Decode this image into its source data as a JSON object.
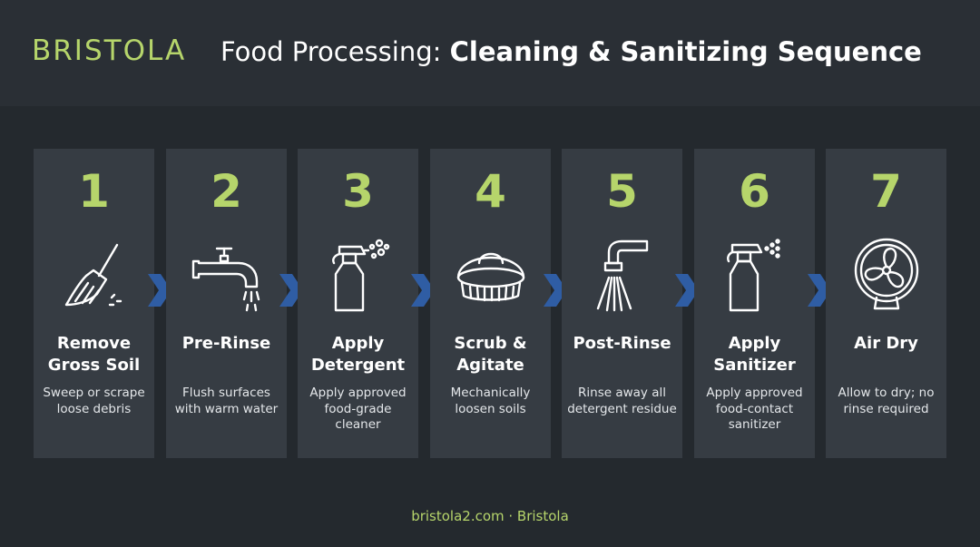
{
  "brand": {
    "name": "BRISTOLA"
  },
  "title": {
    "prefix": "Food Processing: ",
    "emphasis": "Cleaning & Sanitizing Sequence"
  },
  "colors": {
    "accent": "#b6d56b",
    "panel": "#363c43",
    "background": "#24292e",
    "arrow": "#2f5da4"
  },
  "steps": [
    {
      "number": "1",
      "title": "Remove Gross Soil",
      "description": "Sweep or scrape loose debris",
      "icon": "broom-icon"
    },
    {
      "number": "2",
      "title": "Pre-Rinse",
      "description": "Flush surfaces with warm water",
      "icon": "faucet-icon"
    },
    {
      "number": "3",
      "title": "Apply Detergent",
      "description": "Apply approved food-grade cleaner",
      "icon": "spray-bottle-icon"
    },
    {
      "number": "4",
      "title": "Scrub & Agitate",
      "description": "Mechanically loosen soils",
      "icon": "scrub-brush-icon"
    },
    {
      "number": "5",
      "title": "Post-Rinse",
      "description": "Rinse away all detergent residue",
      "icon": "shower-nozzle-icon"
    },
    {
      "number": "6",
      "title": "Apply Sanitizer",
      "description": "Apply approved food-contact sanitizer",
      "icon": "sanitizer-spray-icon"
    },
    {
      "number": "7",
      "title": "Air Dry",
      "description": "Allow to dry; no rinse required",
      "icon": "fan-icon"
    }
  ],
  "footer": {
    "text": "bristola2.com · Bristola"
  }
}
